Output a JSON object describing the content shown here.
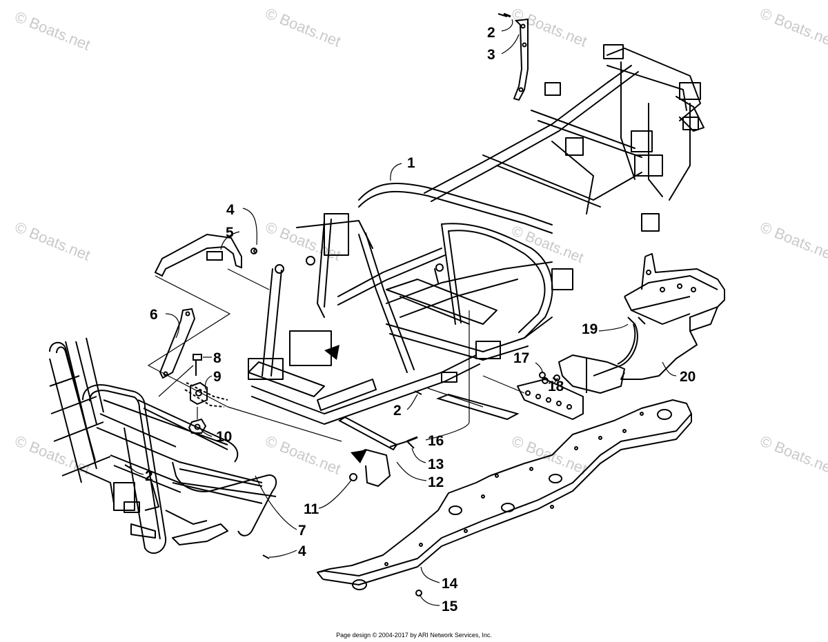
{
  "watermark": "© Boats.net",
  "callouts": {
    "c1": "1",
    "c2a": "2",
    "c2b": "2",
    "c2c": "2",
    "c3": "3",
    "c4a": "4",
    "c4b": "4",
    "c5": "5",
    "c6": "6",
    "c7": "7",
    "c8": "8",
    "c9": "9",
    "c10": "10",
    "c11": "11",
    "c12": "12",
    "c13": "13",
    "c14": "14",
    "c15": "15",
    "c16": "16",
    "c17": "17",
    "c18": "18",
    "c19": "19",
    "c20": "20"
  },
  "footer": "Page design © 2004-2017 by ARI Network Services, Inc."
}
